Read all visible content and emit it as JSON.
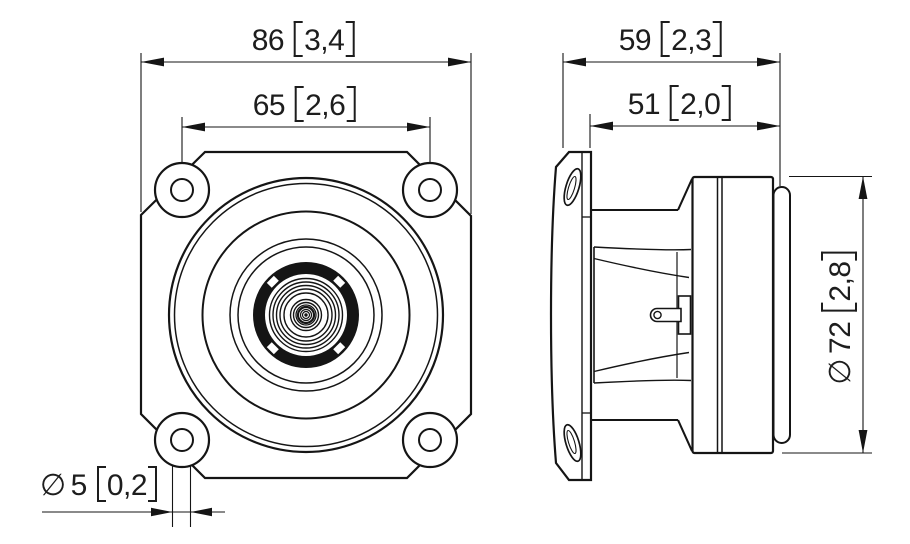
{
  "labels": {
    "front_width": {
      "mm": "86",
      "inch": "3,4"
    },
    "front_hole_spacing": {
      "mm": "65",
      "inch": "2,6"
    },
    "mount_hole_diameter": {
      "symbol": "∅",
      "mm": "5",
      "inch": "0,2"
    },
    "side_total_depth": {
      "mm": "59",
      "inch": "2,3"
    },
    "side_body_depth": {
      "mm": "51",
      "inch": "2,0"
    },
    "rear_diameter": {
      "symbol": "∅",
      "mm": "72",
      "inch": "2,8"
    }
  },
  "colors": {
    "background": "#ffffff",
    "line": "#151515",
    "text": "#1d1d1d"
  }
}
